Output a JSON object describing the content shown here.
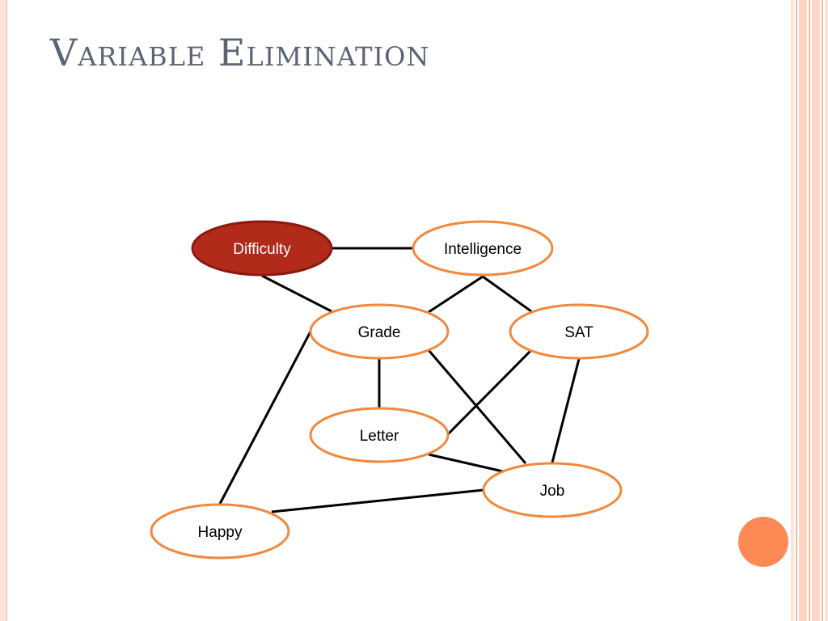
{
  "slide": {
    "title": "Variable Elimination"
  },
  "colors": {
    "node_border": "#f0893d",
    "node_fill": "#ffffff",
    "highlight_fill": "#b12a1a",
    "highlight_border": "#8a1a10",
    "highlight_text": "#ffffff",
    "edge": "#000000",
    "title_text": "#5b6475",
    "accent_circle": "#fd8a55"
  },
  "graph": {
    "nodes": [
      {
        "id": "difficulty",
        "label": "Difficulty",
        "highlighted": true
      },
      {
        "id": "intelligence",
        "label": "Intelligence",
        "highlighted": false
      },
      {
        "id": "grade",
        "label": "Grade",
        "highlighted": false
      },
      {
        "id": "sat",
        "label": "SAT",
        "highlighted": false
      },
      {
        "id": "letter",
        "label": "Letter",
        "highlighted": false
      },
      {
        "id": "job",
        "label": "Job",
        "highlighted": false
      },
      {
        "id": "happy",
        "label": "Happy",
        "highlighted": false
      }
    ],
    "edges": [
      [
        "difficulty",
        "intelligence"
      ],
      [
        "difficulty",
        "grade"
      ],
      [
        "intelligence",
        "grade"
      ],
      [
        "intelligence",
        "sat"
      ],
      [
        "grade",
        "letter"
      ],
      [
        "grade",
        "job"
      ],
      [
        "grade",
        "happy"
      ],
      [
        "sat",
        "letter"
      ],
      [
        "sat",
        "job"
      ],
      [
        "letter",
        "job"
      ],
      [
        "job",
        "happy"
      ]
    ]
  }
}
